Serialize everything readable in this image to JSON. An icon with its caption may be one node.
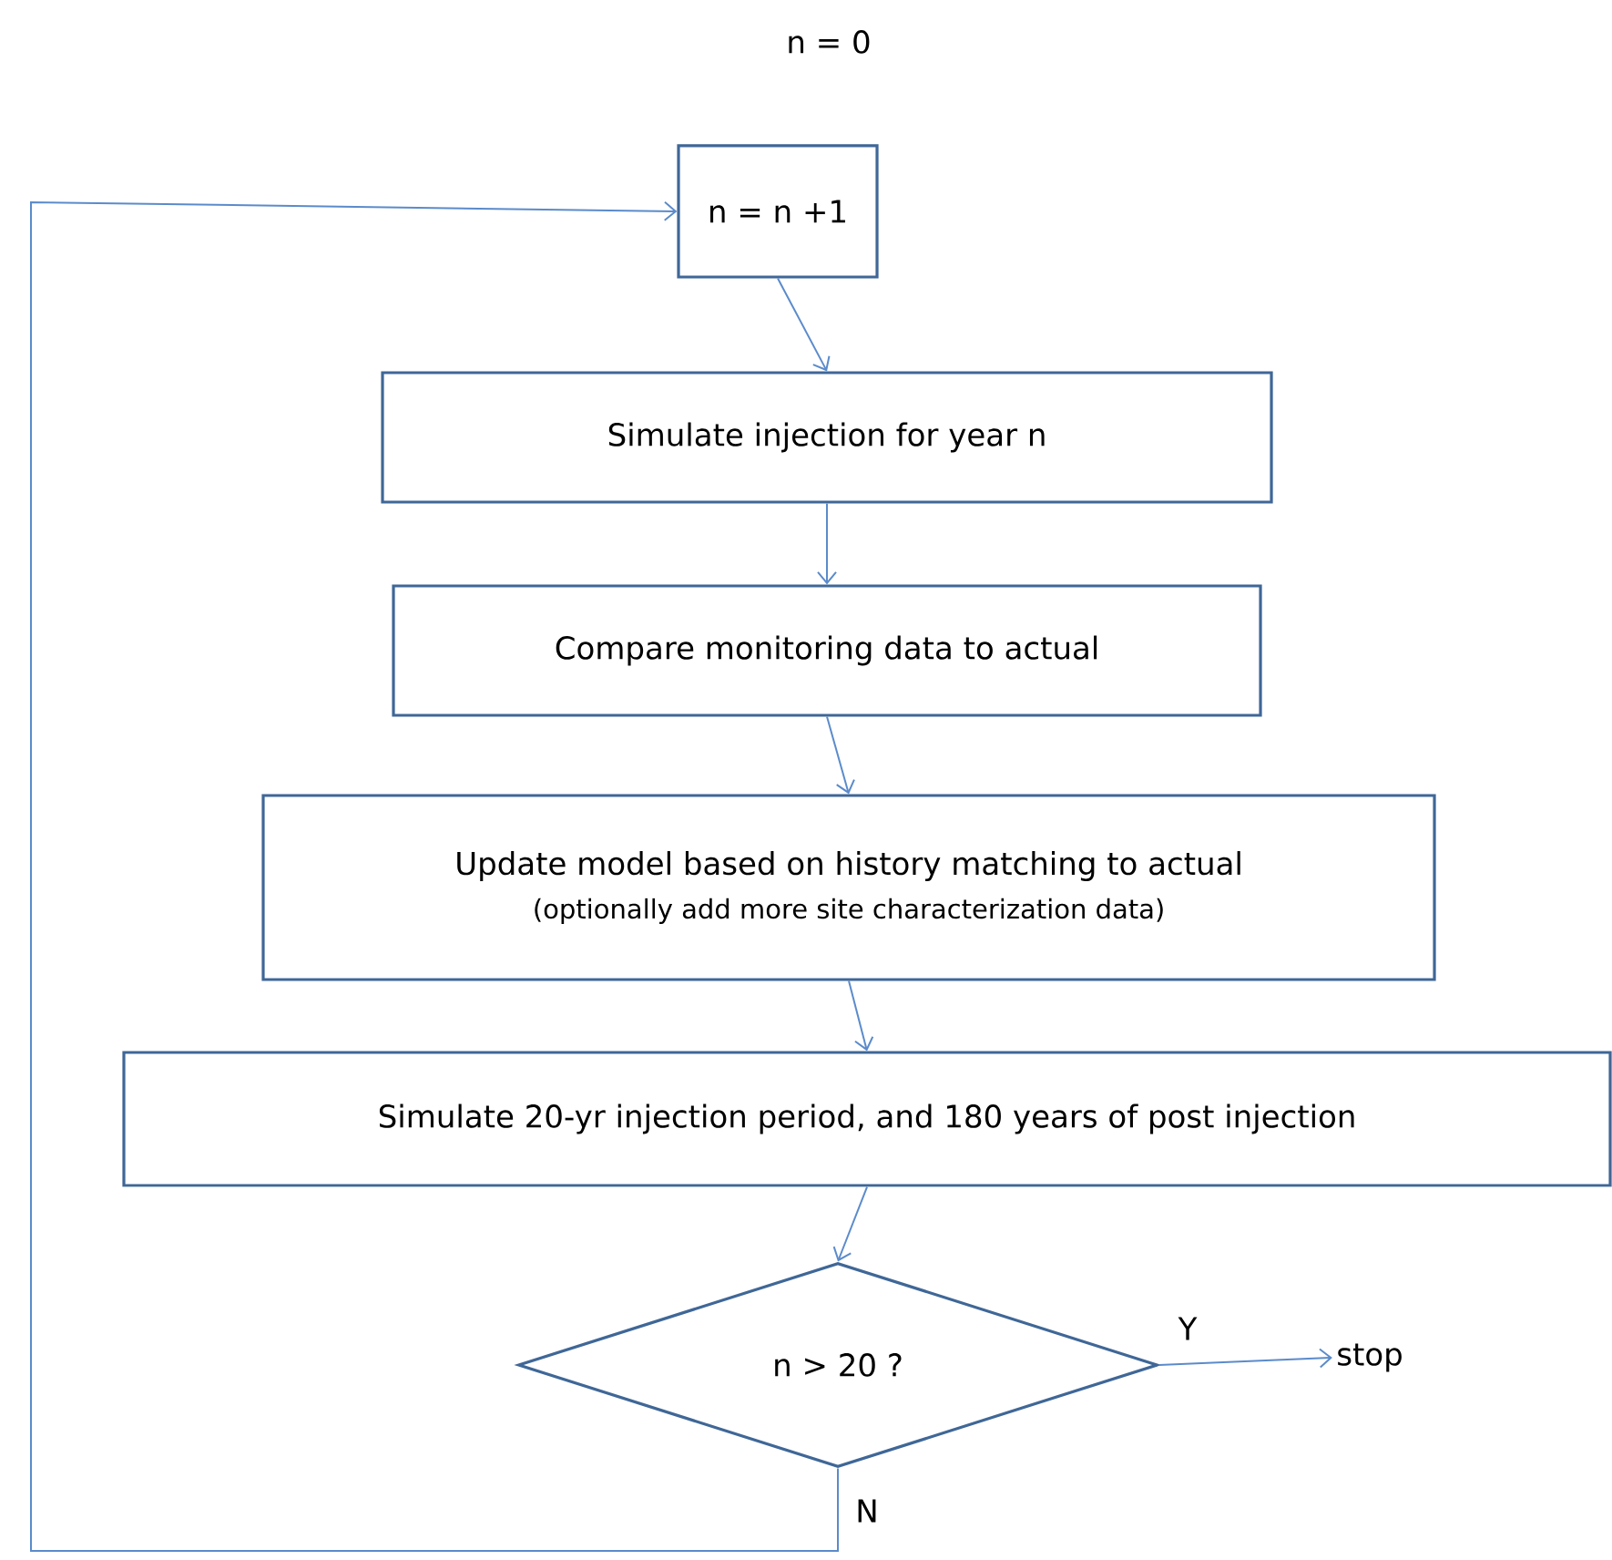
{
  "diagram": {
    "nodes": [
      {
        "text": [
          "n = n +1"
        ]
      },
      {
        "text": [
          "Simulate injection  for year n"
        ]
      },
      {
        "text": [
          "Compare monitoring data to actual"
        ]
      },
      {
        "text": [
          "Update model based on history matching to actual",
          "(optionally add more site characterization data)"
        ]
      },
      {
        "text": [
          "Simulate  20-yr injection period, and 180 years of post injection"
        ]
      },
      {
        "text": [
          "n > 20  ?"
        ]
      },
      {
        "text": [
          "stop"
        ]
      }
    ],
    "edges": [
      {
        "from": 0,
        "to": 1,
        "arrow": "to"
      },
      {
        "from": 1,
        "to": 2,
        "arrow": "to"
      },
      {
        "from": 2,
        "to": 3,
        "arrow": "to"
      },
      {
        "from": 3,
        "to": 4,
        "arrow": "to"
      },
      {
        "from": 4,
        "to": 5,
        "arrow": "to"
      },
      {
        "from": 5,
        "to": 6,
        "label": "Y",
        "arrow": "to"
      },
      {
        "from": 5,
        "to": 0,
        "label": "N",
        "arrow": "to"
      }
    ],
    "labels": [
      "n = 0"
    ]
  }
}
